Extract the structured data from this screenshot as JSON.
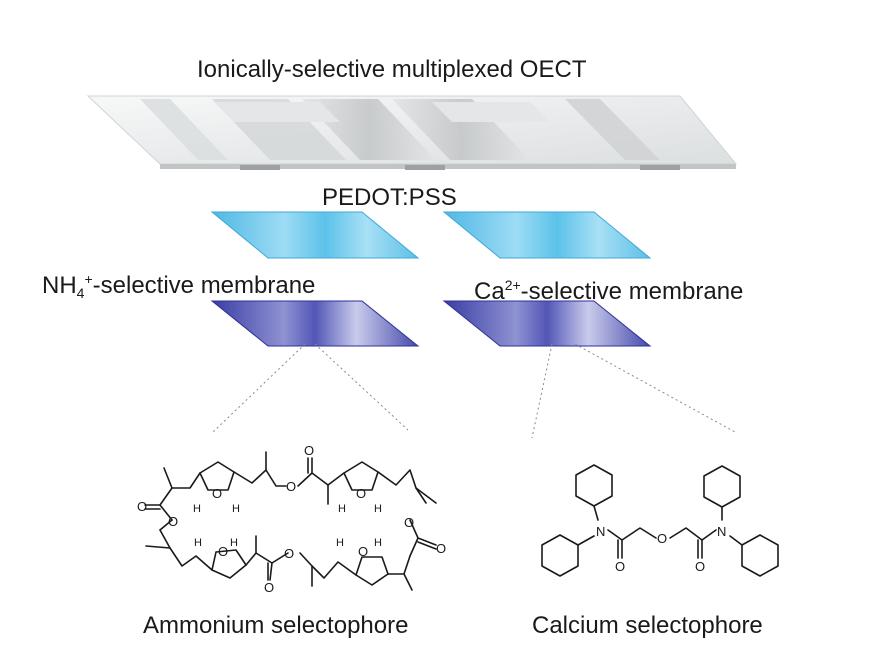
{
  "title": "Ionically-selective multiplexed OECT",
  "layers": {
    "channel": "PEDOT:PSS",
    "membrane_left": {
      "prefix": "NH",
      "sub": "4",
      "sup": "+",
      "suffix": "-selective membrane"
    },
    "membrane_right": {
      "prefix": "Ca",
      "sup": "2+",
      "suffix": "-selective membrane"
    }
  },
  "molecules": {
    "left": {
      "caption": "Ammonium selectophore",
      "atom_labels": [
        "O",
        "O",
        "O",
        "O",
        "O",
        "O",
        "O",
        "O",
        "O",
        "O",
        "O",
        "O",
        "H",
        "H",
        "H",
        "H",
        "H",
        "H",
        "H",
        "H"
      ]
    },
    "right": {
      "caption": "Calcium selectophore",
      "atom_labels": [
        "N",
        "N",
        "O",
        "O",
        "O"
      ]
    }
  },
  "colors": {
    "substrate": "#e8eaeb",
    "electrode": "#c9cccd",
    "pedot": "#5fc3e8",
    "membrane": "#3f3fa6",
    "line": "#1a1a1a",
    "leader": "#8a8a8a"
  }
}
